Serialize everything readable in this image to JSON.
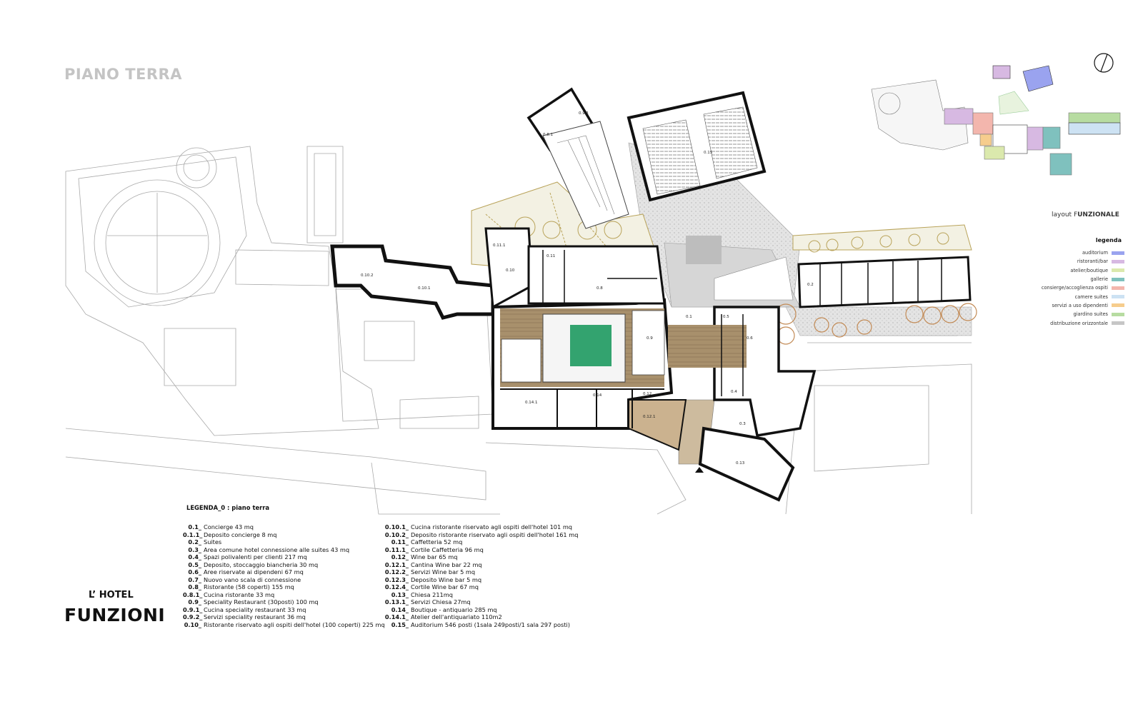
{
  "page_title": "PIANO TERRA",
  "hotel_label": "L’ HOTEL",
  "section_title": "FUNZIONI",
  "legend_title": "LEGENDA_0 : piano terra",
  "legend_col1": [
    {
      "code": "0.1_",
      "text": "Concierge 43 mq"
    },
    {
      "code": "0.1.1_",
      "text": "Deposito concierge 8 mq"
    },
    {
      "code": "0.2_",
      "text": "Suites"
    },
    {
      "code": "0.3_",
      "text": "Area comune hotel connessione alle suites 43 mq"
    },
    {
      "code": "0.4_",
      "text": "Spazi polivalenti per clienti  217 mq"
    },
    {
      "code": "0.5_",
      "text": "Deposito, stoccaggio biancheria 30 mq"
    },
    {
      "code": "0.6_",
      "text": "Aree riservate ai dipendeni 67 mq"
    },
    {
      "code": "0.7_",
      "text": "Nuovo vano scala di connessione"
    },
    {
      "code": "0.8_",
      "text": "Ristorante (58 coperti) 155 mq"
    },
    {
      "code": "0.8.1_",
      "text": "Cucina ristorante 33 mq"
    },
    {
      "code": "0.9_",
      "text": "Speciality Restaurant  (30posti) 100 mq"
    },
    {
      "code": "0.9.1_",
      "text": "Cucina speciality restaurant 33 mq"
    },
    {
      "code": "0.9.2_",
      "text": "Servizi speciality restaurant 36 mq"
    },
    {
      "code": "0.10_",
      "text": "Ristorante riservato agli ospiti dell'hotel (100 coperti) 225 mq"
    }
  ],
  "legend_col2": [
    {
      "code": "0.10.1_",
      "text": "Cucina ristorante riservato agli ospiti dell'hotel 101 mq"
    },
    {
      "code": "0.10.2_",
      "text": "Deposito ristorante riservato agli ospiti dell'hotel 161 mq"
    },
    {
      "code": "0.11_",
      "text": "Caffetteria 52 mq"
    },
    {
      "code": "0.11.1_",
      "text": "Cortile Caffetteria 96 mq"
    },
    {
      "code": "0.12_",
      "text": "Wine bar  65 mq"
    },
    {
      "code": "0.12.1_",
      "text": "Cantina Wine bar 22 mq"
    },
    {
      "code": "0.12.2_",
      "text": "Servizi Wine bar 5 mq"
    },
    {
      "code": "0.12.3_",
      "text": "Deposito Wine bar 5 mq"
    },
    {
      "code": "0.12.4_",
      "text": "Cortile Wine bar 67 mq"
    },
    {
      "code": "0.13_",
      "text": "Chiesa 211mq"
    },
    {
      "code": "0.13.1_",
      "text": "Servizi Chiesa 27mq"
    },
    {
      "code": "0.14_",
      "text": "Boutique - antiquario 285 mq"
    },
    {
      "code": "0.14.1_",
      "text": "Atelier dell'antiquariato 110m2"
    },
    {
      "code": "0.15_",
      "text": "Auditorium 546 posti (1sala 249posti/1 sala 297 posti)"
    }
  ],
  "layout_label": {
    "prefix": "layout F",
    "bold": "UNZIONALE"
  },
  "functional_legend_title": "legenda",
  "functional_legend": [
    {
      "label": "auditorium",
      "color": "#9aa3ef"
    },
    {
      "label": "ristoranti/bar",
      "color": "#d7b9e2"
    },
    {
      "label": "atelier/boutique",
      "color": "#dbe9ad"
    },
    {
      "label": "gallerie",
      "color": "#7fc1be"
    },
    {
      "label": "consierge/accoglienza ospiti",
      "color": "#f3b6ad"
    },
    {
      "label": "camere suites",
      "color": "#cde2f3"
    },
    {
      "label": "servizi a uso dipendenti",
      "color": "#f6cd8d"
    },
    {
      "label": "giardino suites",
      "color": "#b7dca1"
    },
    {
      "label": "distribuzione orizzontale",
      "color": "#c6c6c6"
    }
  ],
  "room_labels": {
    "auditorium": "0.15",
    "chiesa": "0.13",
    "suite": "0.2",
    "r1": "0.10.2",
    "r2": "0.10.1",
    "r3": "0.10",
    "r4": "0.11",
    "r5": "0.11.1",
    "r6": "0.14",
    "r7": "0.14.1",
    "r8": "0.9",
    "r9": "0.8",
    "r10": "0.12",
    "r11": "0.12.1",
    "r12": "0.4",
    "r13": "0.6",
    "r14": "0.5",
    "r15": "0.3",
    "r16": "0.1",
    "r17": "0.9.1",
    "r18": "0.8.1"
  },
  "colors": {
    "wood": "#a8906c",
    "pool": "#33a36f",
    "garden_line": "#b9a35a",
    "context_line": "#9a9a9a"
  }
}
